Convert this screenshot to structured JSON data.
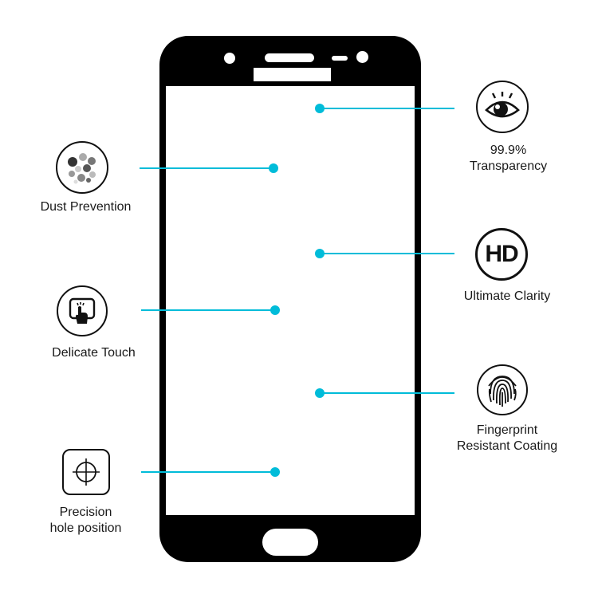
{
  "colors": {
    "accent": "#00bcd9",
    "phone_frame": "#000000",
    "background": "#ffffff",
    "text": "#1a1a1a"
  },
  "features": {
    "transparency": {
      "icon": "eye-icon",
      "line1": "99.9%",
      "line2": "Transparency"
    },
    "clarity": {
      "icon": "hd-icon",
      "badge": "HD",
      "label": "Ultimate Clarity"
    },
    "fingerprint": {
      "icon": "fingerprint-icon",
      "line1": "Fingerprint",
      "line2": "Resistant Coating"
    },
    "dust": {
      "icon": "dust-icon",
      "label": "Dust Prevention"
    },
    "touch": {
      "icon": "touch-icon",
      "label": "Delicate Touch"
    },
    "precision": {
      "icon": "crosshair-icon",
      "line1": "Precision",
      "line2": "hole position"
    }
  }
}
